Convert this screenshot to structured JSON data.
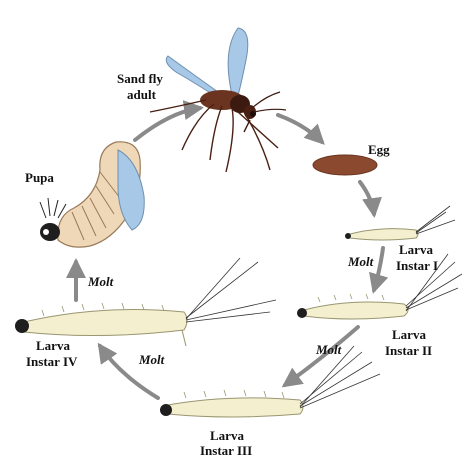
{
  "labels": {
    "adult_line1": "Sand fly",
    "adult_line2": "adult",
    "egg": "Egg",
    "pupa": "Pupa",
    "larva1_line1": "Larva",
    "larva1_line2": "Instar I",
    "larva2_line1": "Larva",
    "larva2_line2": "Instar II",
    "larva3_line1": "Larva",
    "larva3_line2": "Instar III",
    "larva4_line1": "Larva",
    "larva4_line2": "Instar IV"
  },
  "transitions": {
    "molt_1_2": "Molt",
    "molt_2_3": "Molt",
    "molt_3_4": "Molt",
    "molt_4_pupa": "Molt"
  },
  "colors": {
    "arrow": "#8a8a8a",
    "larva_body": "#f3efcf",
    "larva_outline": "#9a9670",
    "egg": "#8b4a2f",
    "pupa_body": "#efd8b8",
    "fly_body": "#5a2a1c",
    "wing": "#a8c8e8"
  }
}
